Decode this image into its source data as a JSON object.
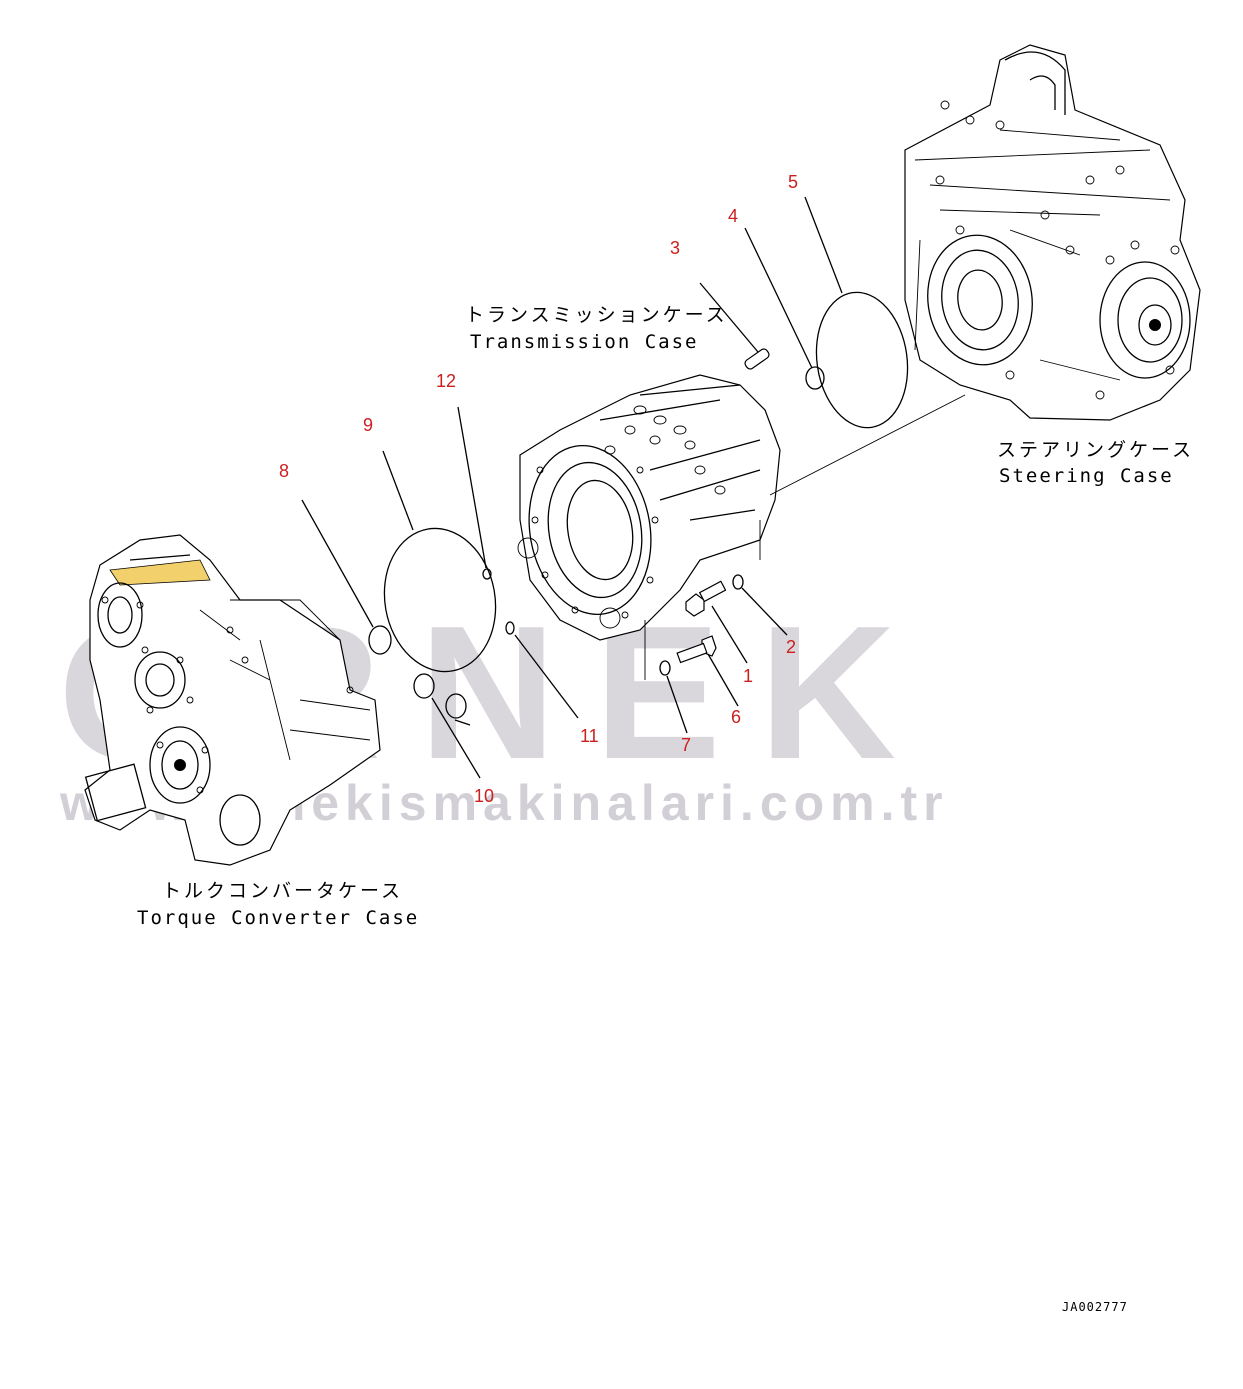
{
  "watermark": {
    "brand": "ORNEK",
    "url": "www.ornekismakinalari.com.tr"
  },
  "assemblies": {
    "transmission_case": {
      "label_jp": "トランスミッションケース",
      "label_en": "Transmission Case"
    },
    "steering_case": {
      "label_jp": "ステアリングケース",
      "label_en": "Steering Case"
    },
    "torque_converter_case": {
      "label_jp": "トルクコンバータケース",
      "label_en": "Torque Converter Case"
    }
  },
  "callouts": [
    "1",
    "2",
    "3",
    "4",
    "5",
    "6",
    "7",
    "8",
    "9",
    "10",
    "11",
    "12"
  ],
  "drawing_code": "JA002777",
  "colors": {
    "callout": "#cc1f1f",
    "watermark": "#d9d6dc",
    "line": "#000000"
  }
}
